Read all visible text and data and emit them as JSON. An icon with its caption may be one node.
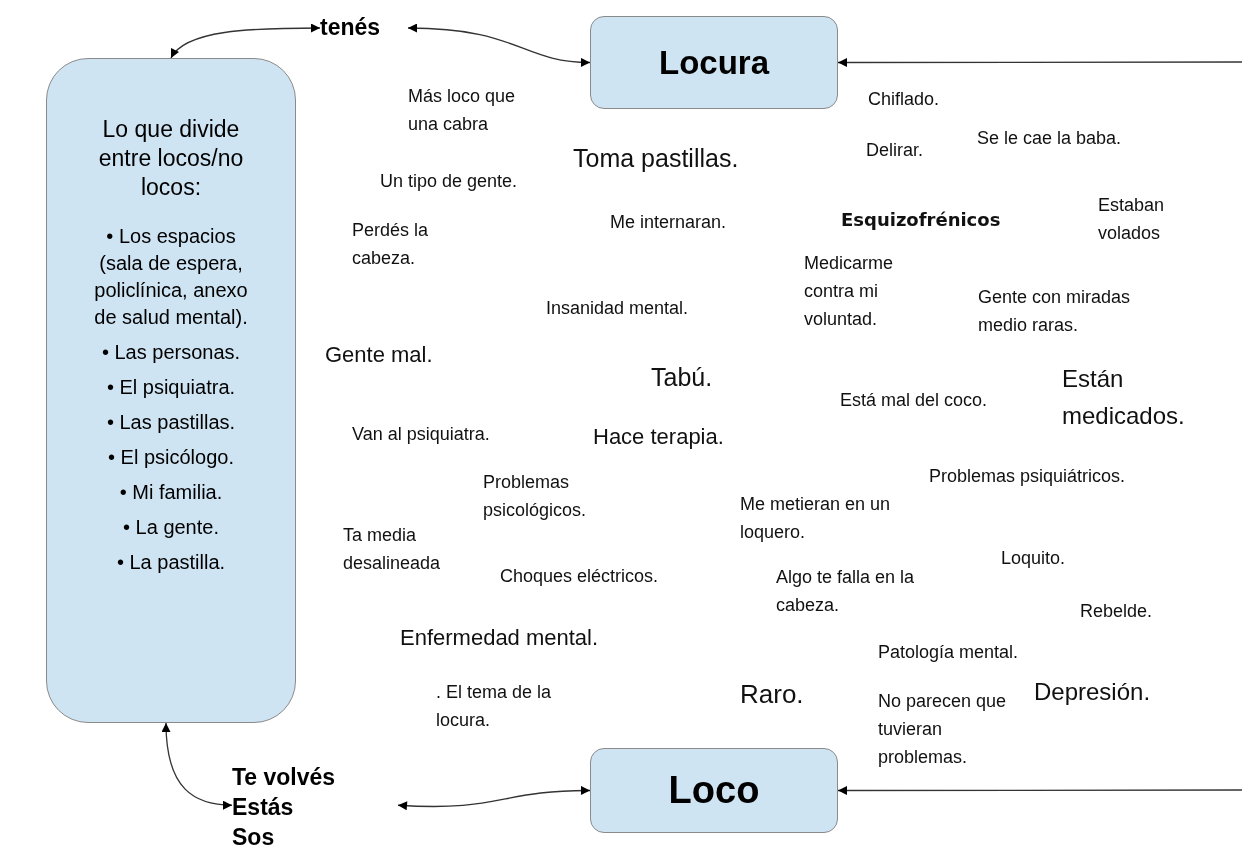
{
  "diagram": {
    "nodes": [
      {
        "text": [
          "Lo que divide entre locos/no locos:",
          "• Los espacios (sala de espera, policlínica, anexo de salud mental).",
          "• Las personas.",
          "• El psiquiatra.",
          "• Las pastillas.",
          "• El psicólogo.",
          "• Mi familia.",
          "• La gente.",
          "• La pastilla."
        ]
      },
      {
        "text": [
          "tenés"
        ]
      },
      {
        "text": [
          "Locura"
        ]
      },
      {
        "text": [
          "Loco"
        ]
      },
      {
        "text": [
          "Te volvés",
          "Estás",
          "Sos"
        ]
      }
    ],
    "edges": [
      {
        "from": 0,
        "to": 1,
        "arrow": "both"
      },
      {
        "from": 1,
        "to": 2,
        "arrow": "both"
      },
      {
        "from": null,
        "to": 2,
        "arrow": "to"
      },
      {
        "from": 0,
        "to": 4,
        "arrow": "both"
      },
      {
        "from": 4,
        "to": 3,
        "arrow": "both"
      },
      {
        "from": null,
        "to": 3,
        "arrow": "to"
      }
    ],
    "labels": [
      "Más loco que una cabra",
      "Chiflado.",
      "Se le cae la baba.",
      "Toma pastillas.",
      "Delirar.",
      "Un tipo de gente.",
      "Esquizofrénicos",
      "Estaban volados",
      "Perdés la cabeza.",
      "Me internaran.",
      "Medicarme contra mi voluntad.",
      "Gente con miradas medio raras.",
      "Insanidad mental.",
      "Gente mal.",
      "Tabú.",
      "Están medicados.",
      "Está mal del coco.",
      "Van al psiquiatra.",
      "Hace terapia.",
      "Problemas psiquiátricos.",
      "Problemas psicológicos.",
      "Me metieran en un loquero.",
      "Ta media desalineada",
      "Choques eléctricos.",
      "Loquito.",
      "Algo te falla en la cabeza.",
      "Rebelde.",
      "Enfermedad mental.",
      "Patología mental.",
      ". El tema de la locura.",
      "Raro.",
      "Depresión.",
      "No parecen que tuvieran problemas."
    ]
  }
}
